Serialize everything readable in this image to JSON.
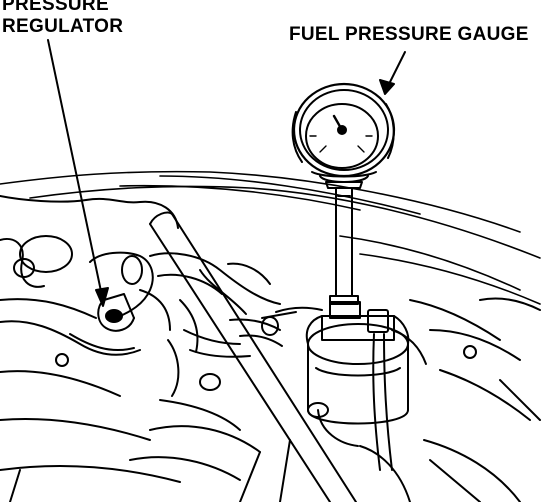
{
  "labels": {
    "pressure_regulator_line1": "PRESSURE",
    "pressure_regulator_line2": "REGULATOR",
    "fuel_pressure_gauge": "FUEL PRESSURE GAUGE"
  },
  "colors": {
    "ink": "#000000",
    "paper": "#ffffff"
  }
}
